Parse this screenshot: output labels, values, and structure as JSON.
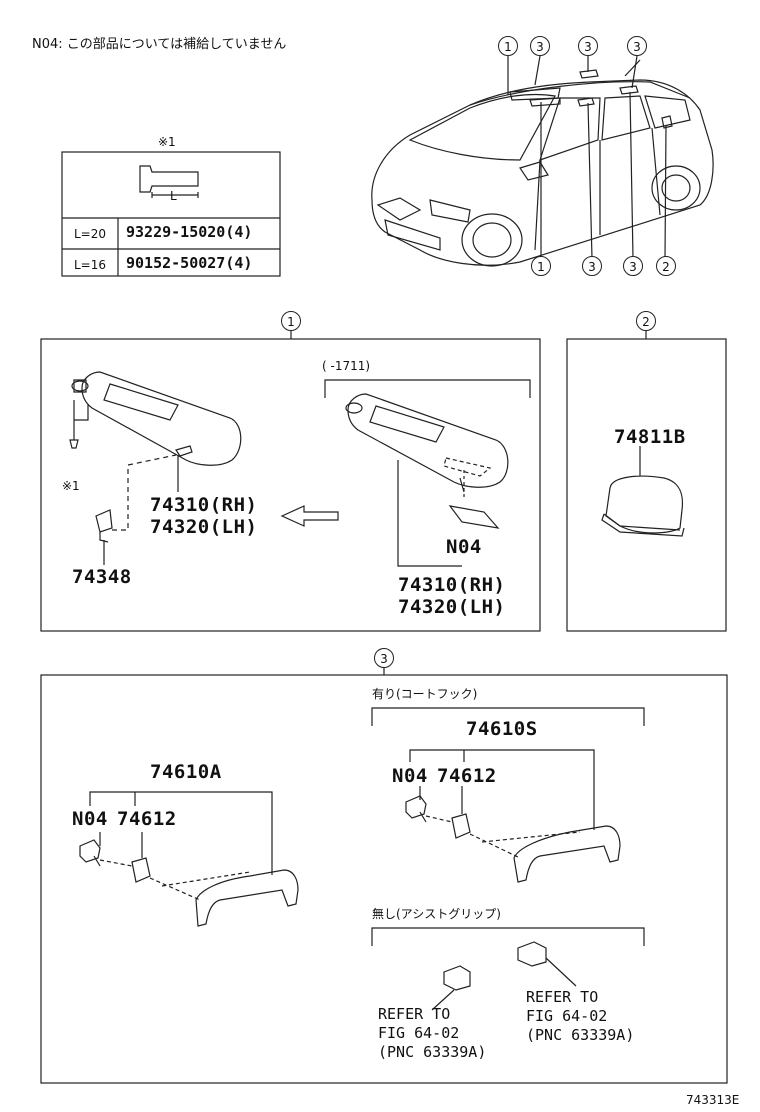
{
  "note": "N04: この部品については補給していません",
  "bolt_table": {
    "header": "※1",
    "dim_label": "L",
    "rows": [
      {
        "len": "L=20",
        "part": "93229-15020(4)"
      },
      {
        "len": "L=16",
        "part": "90152-50027(4)"
      }
    ]
  },
  "callouts": {
    "car_top": [
      "1",
      "3",
      "3",
      "3"
    ],
    "car_bottom": [
      "1",
      "3",
      "3",
      "2"
    ],
    "section1": "1",
    "section2": "2",
    "section3": "3"
  },
  "section1": {
    "bracket_label": "(      -1711)",
    "left_rh": "74310(RH)",
    "left_lh": "74320(LH)",
    "clip": "74348",
    "screw_ref": "※1",
    "right_n04": "N04",
    "right_rh": "74310(RH)",
    "right_lh": "74320(LH)"
  },
  "section2": {
    "part": "74811B"
  },
  "section3": {
    "left_assy": "74610A",
    "left_n04": "N04",
    "left_sub": "74612",
    "with_hook": "有り(コートフック)",
    "right_assy": "74610S",
    "right_n04": "N04",
    "right_sub": "74612",
    "without": "無し(アシストグリップ)",
    "ref1": [
      "REFER TO",
      "FIG 64-02",
      "(PNC 63339A)"
    ],
    "ref2": [
      "REFER TO",
      "FIG 64-02",
      "(PNC 63339A)"
    ]
  },
  "figure_id": "743313E"
}
